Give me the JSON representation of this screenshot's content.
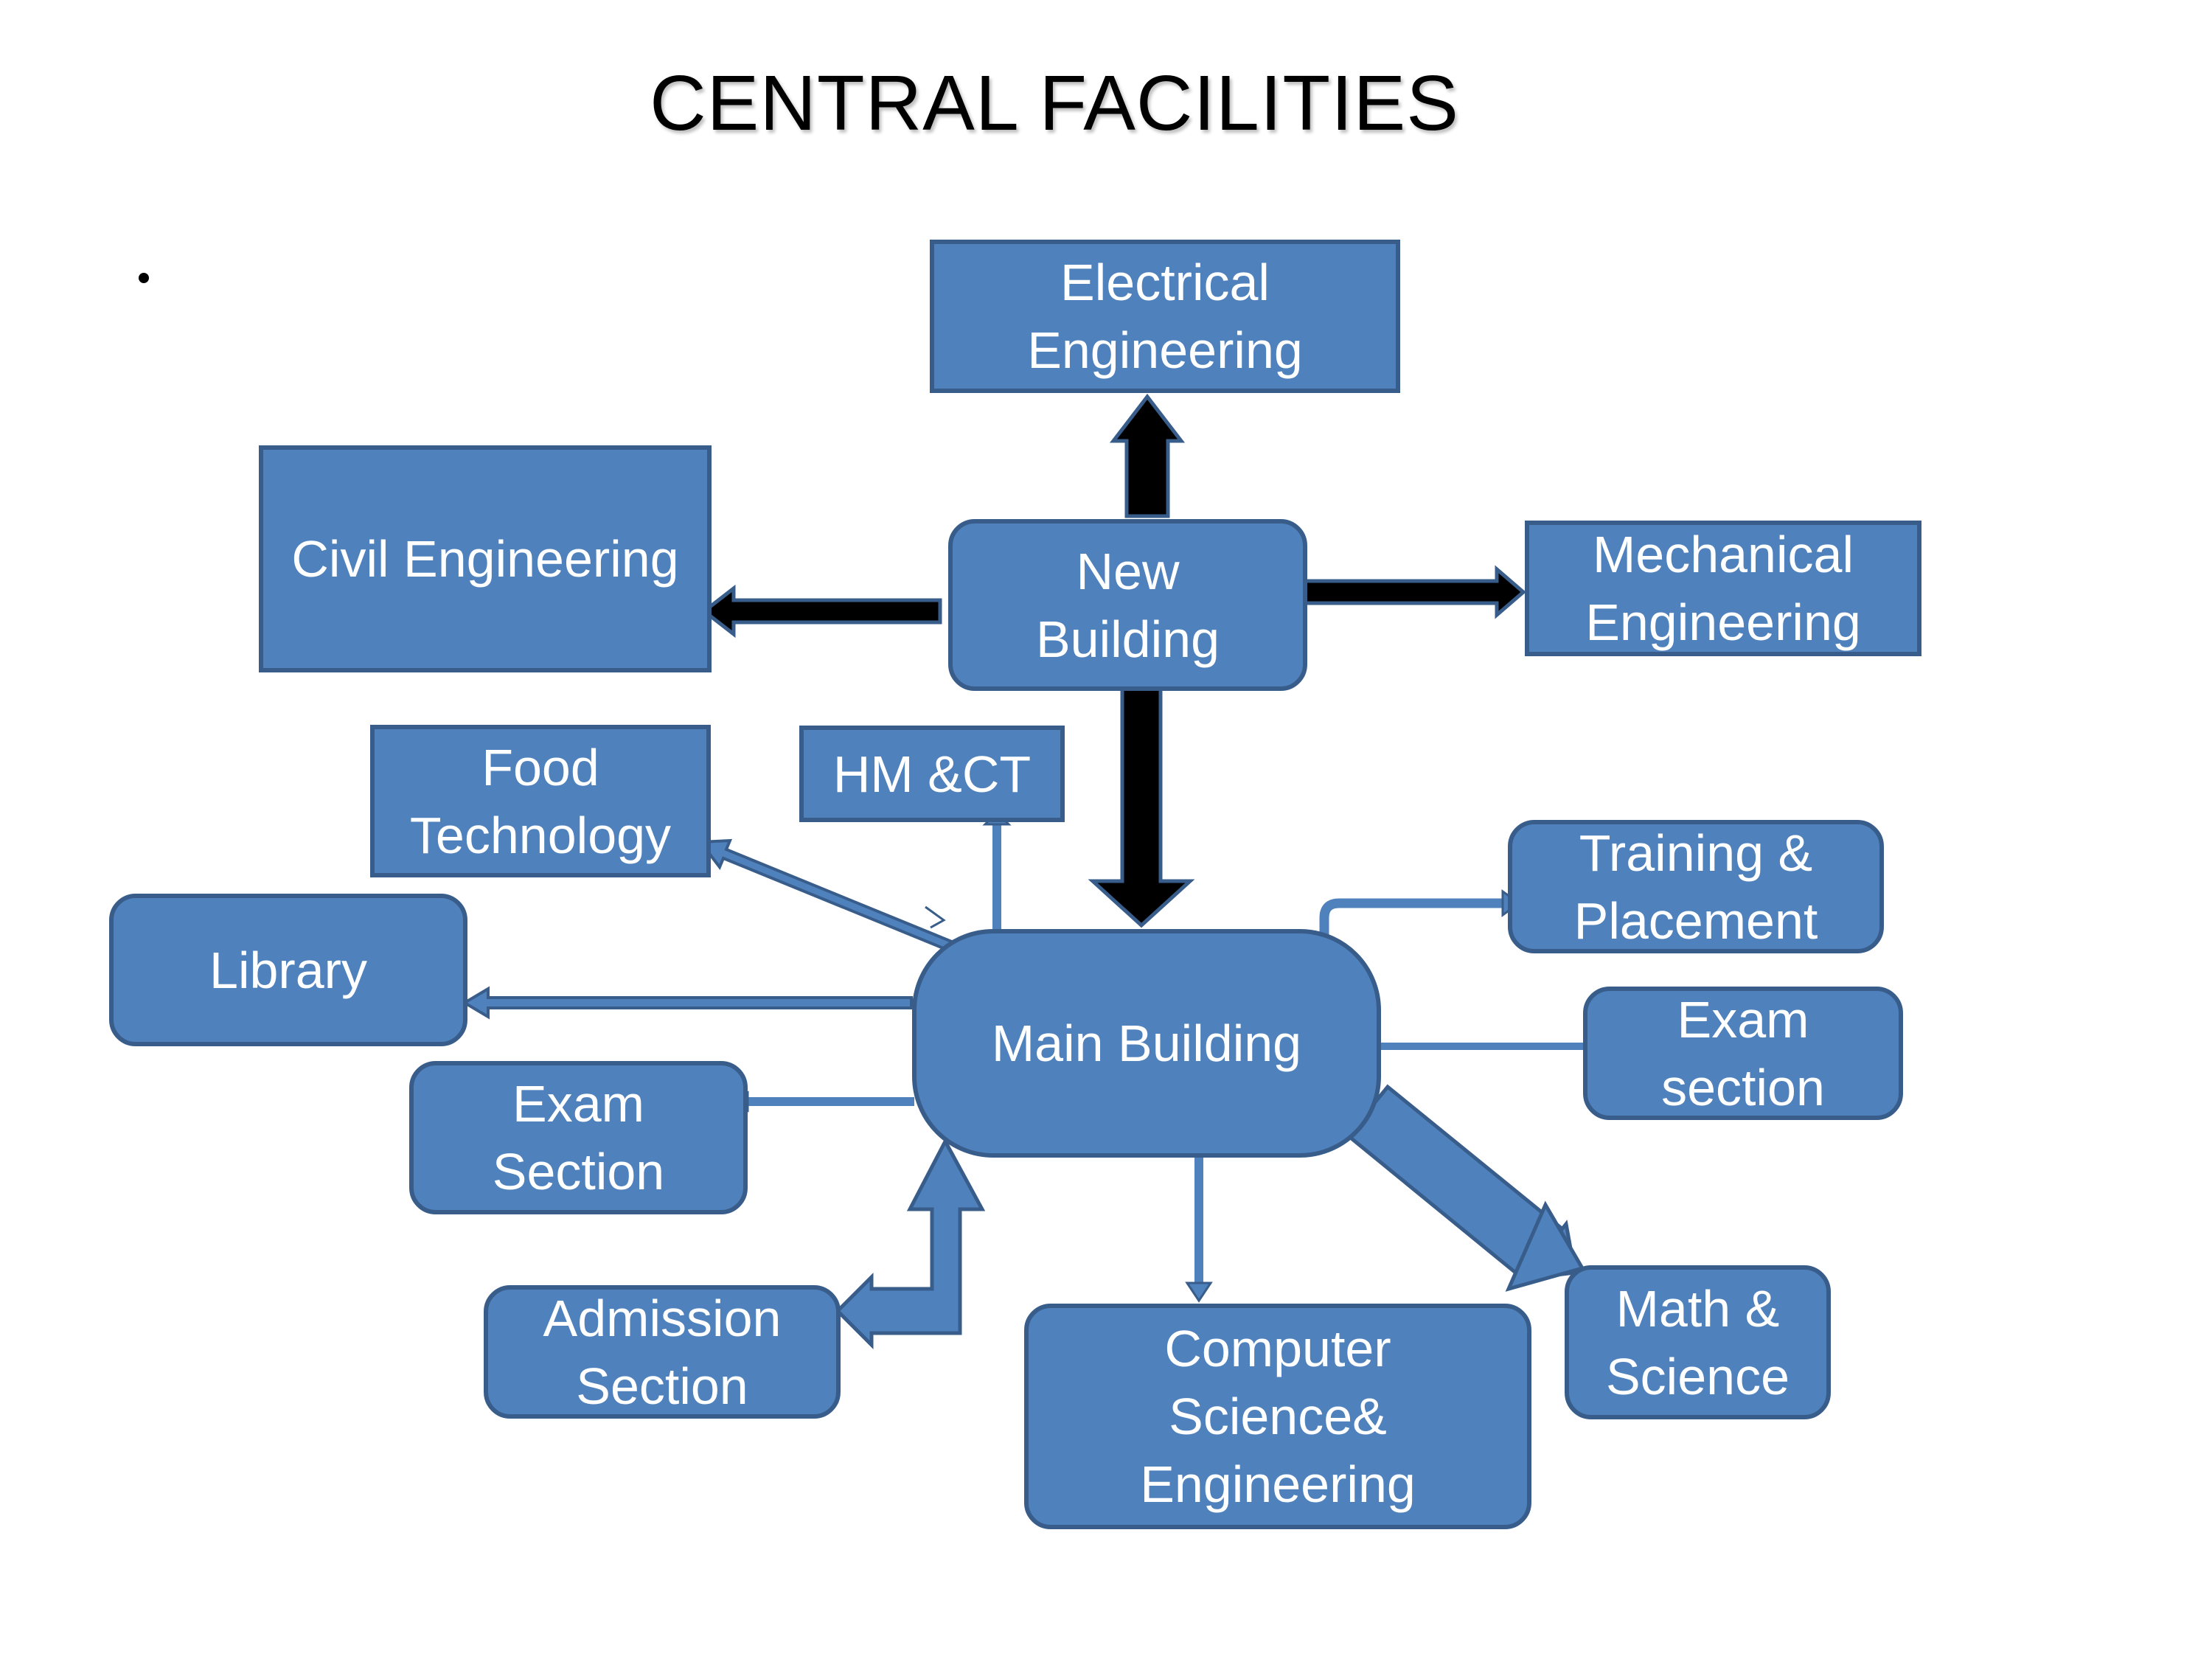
{
  "title": "CENTRAL FACILITIES",
  "colors": {
    "box_fill": "#4f81bd",
    "box_border": "#385d8a",
    "thick_arrow": "#000000",
    "text": "#ffffff"
  },
  "nodes": {
    "electrical": "Electrical\nEngineering",
    "civil": "Civil Engineering",
    "new_building": "New\nBuilding",
    "mechanical": "Mechanical\nEngineering",
    "food_tech": "Food\nTechnology",
    "hmct": "HM &CT",
    "training": "Training &\nPlacement",
    "library": "Library",
    "main_building": "Main Building",
    "exam_right": "Exam\nsection",
    "exam_left": "Exam\nSection",
    "admission": "Admission\nSection",
    "cse": "Computer\nScience&\nEngineering",
    "math": "Math &\nScience"
  },
  "edges": [
    {
      "from": "new_building",
      "to": "electrical",
      "style": "thick-black"
    },
    {
      "from": "new_building",
      "to": "civil",
      "style": "thick-black"
    },
    {
      "from": "new_building",
      "to": "mechanical",
      "style": "thick-black"
    },
    {
      "from": "new_building",
      "to": "main_building",
      "style": "thick-black"
    },
    {
      "from": "main_building",
      "to": "food_tech",
      "style": "thin-blue"
    },
    {
      "from": "main_building",
      "to": "hmct",
      "style": "thin-blue"
    },
    {
      "from": "main_building",
      "to": "training",
      "style": "thin-blue"
    },
    {
      "from": "main_building",
      "to": "library",
      "style": "thin-blue"
    },
    {
      "from": "main_building",
      "to": "exam_right",
      "style": "thin-blue"
    },
    {
      "from": "main_building",
      "to": "exam_left",
      "style": "thin-blue"
    },
    {
      "from": "main_building",
      "to": "admission",
      "style": "block-bidirectional"
    },
    {
      "from": "main_building",
      "to": "cse",
      "style": "thin-blue"
    },
    {
      "from": "main_building",
      "to": "math",
      "style": "block-blue"
    }
  ]
}
